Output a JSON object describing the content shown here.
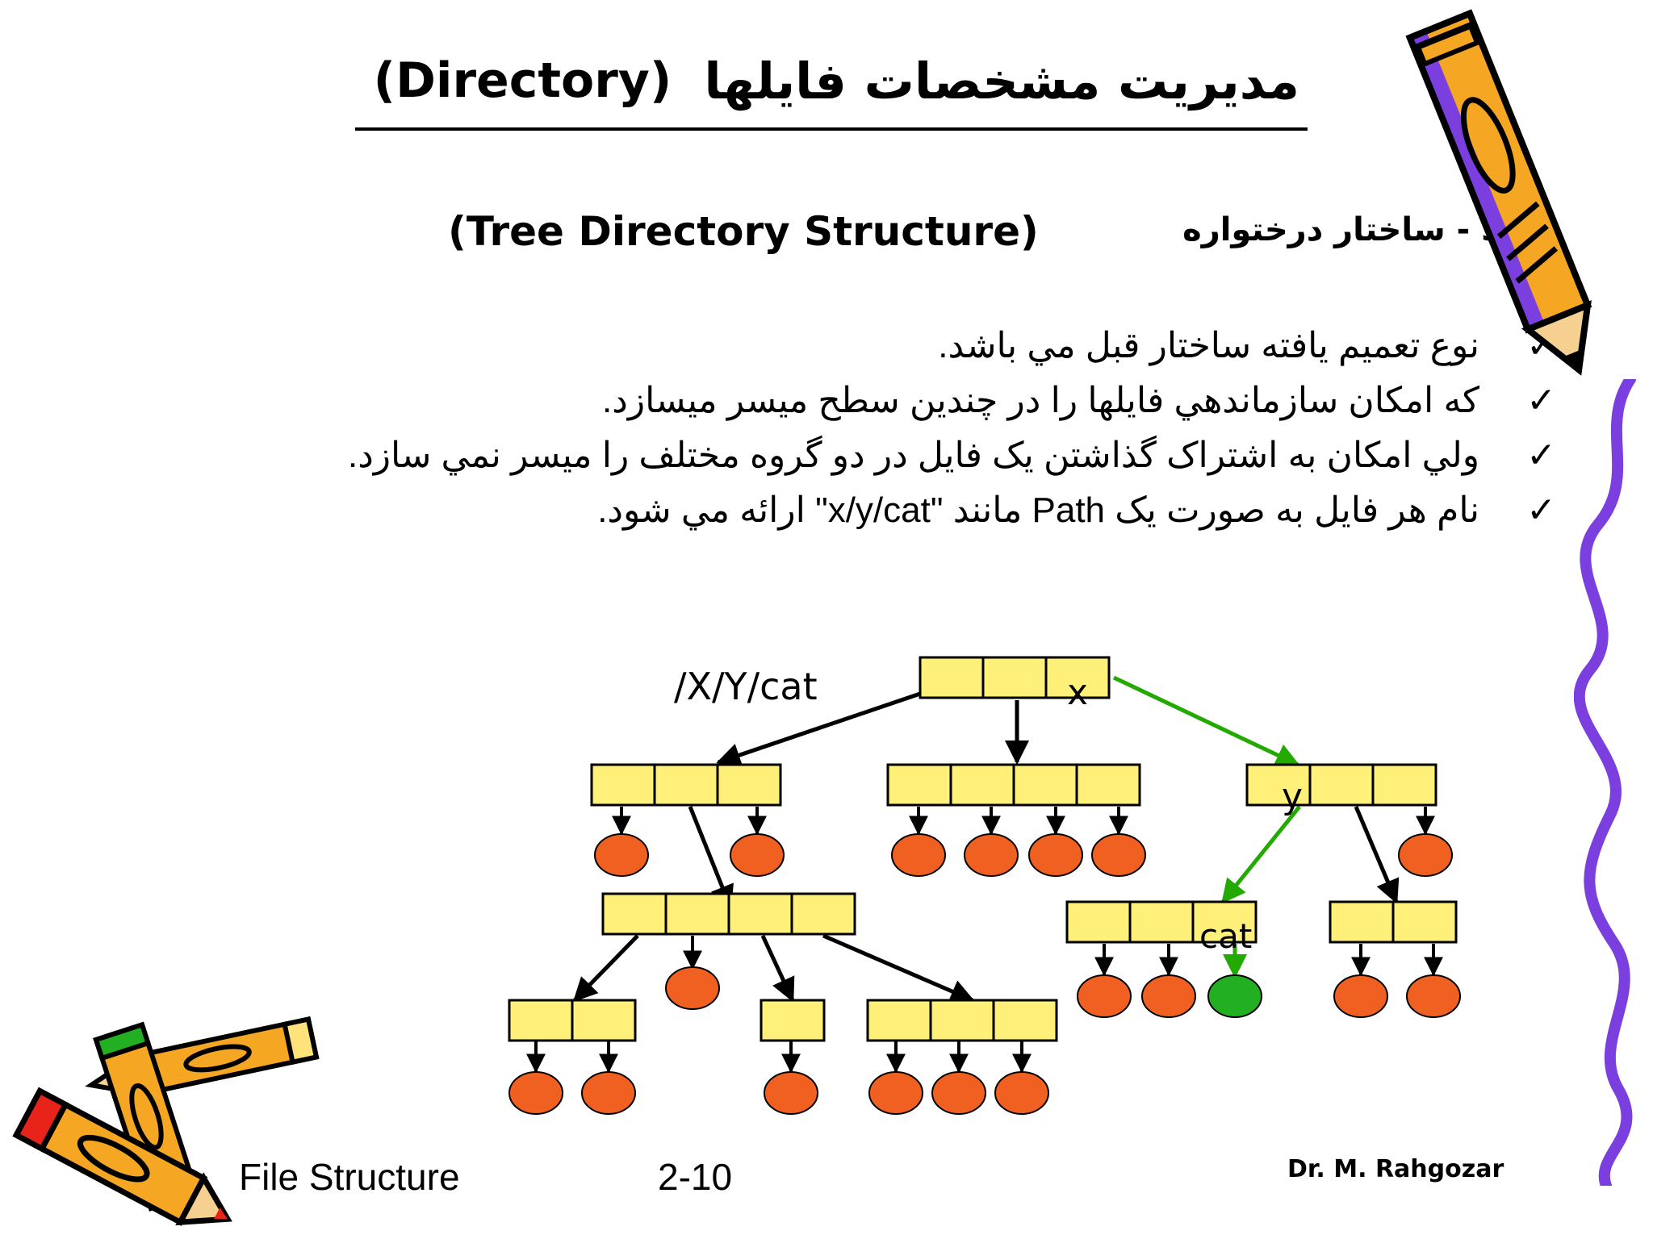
{
  "title": {
    "fa": "مديريت مشخصات فايلها",
    "en": "(Directory)"
  },
  "subheading": {
    "fa": "3 - ساختار درختواره",
    "en": "(Tree Directory Structure)"
  },
  "bullets": [
    {
      "icon": "check-icon",
      "text": "نوع تعميم يافته ساختار قبل مي باشد."
    },
    {
      "icon": "check-icon",
      "text": "كه امكان سازماندهي فايلها را در چندين سطح ميسر ميسازد."
    },
    {
      "icon": "check-icon",
      "text": "ولي امكان به اشتراک گذاشتن يک فايل در دو گروه مختلف را ميسر نمي سازد."
    },
    {
      "icon": "check-icon",
      "text": "نام هر فايل به صورت يک Path مانند \"x/y/cat\" ارائه مي شود."
    }
  ],
  "diagram": {
    "path_label": "/X/Y/cat",
    "root_cell_label": "x",
    "subdir_cell_label": "y",
    "file_cell_label": "cat"
  },
  "footer": {
    "left": "File Structure",
    "center": "2-10",
    "right": "Dr. M. Rahgozar"
  },
  "colors": {
    "cell_fill": "#fff07a",
    "file_node": "#f06020",
    "highlight_node": "#22b022",
    "highlight_edge": "#22aa00",
    "edge": "#000000",
    "decor_purple": "#7b3fe0",
    "decor_orange": "#f5a623"
  }
}
